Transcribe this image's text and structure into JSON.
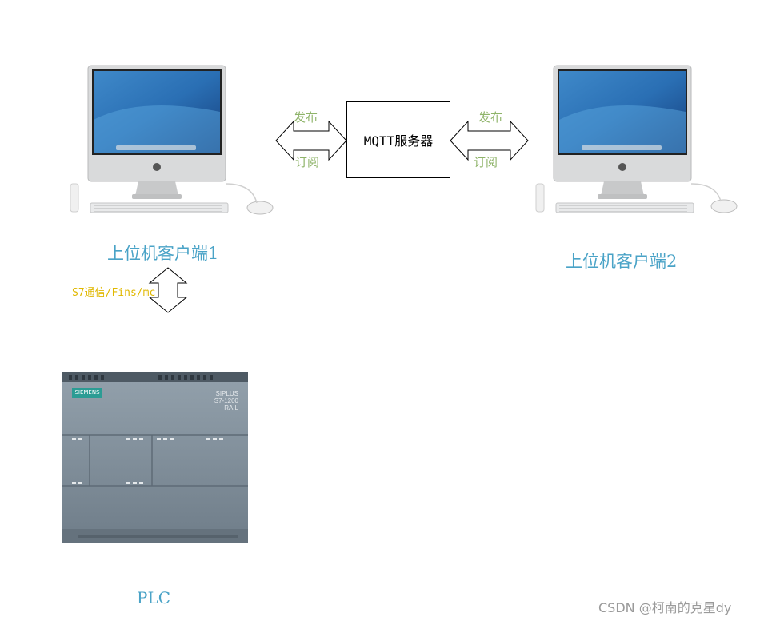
{
  "server": {
    "label": "MQTT服务器"
  },
  "clients": [
    {
      "label": "上位机客户端1"
    },
    {
      "label": "上位机客户端2"
    }
  ],
  "arrows": {
    "left": {
      "top_label": "发布",
      "bottom_label": "订阅"
    },
    "right": {
      "top_label": "发布",
      "bottom_label": "订阅"
    },
    "plc_link": {
      "label": "S7通信/Fins/mc"
    }
  },
  "plc": {
    "label": "PLC",
    "brand": "SIEMENS",
    "model_line1": "SIPLUS",
    "model_line2": "S7-1200",
    "model_line3": "RAIL"
  },
  "watermark": "CSDN @柯南的克星dy",
  "colors": {
    "client_label": "#4aa3c7",
    "arrow_label": "#8fb46a",
    "link_label": "#e0b800",
    "plc_body": "#7f8e9a",
    "brand_badge": "#2b9c94"
  }
}
